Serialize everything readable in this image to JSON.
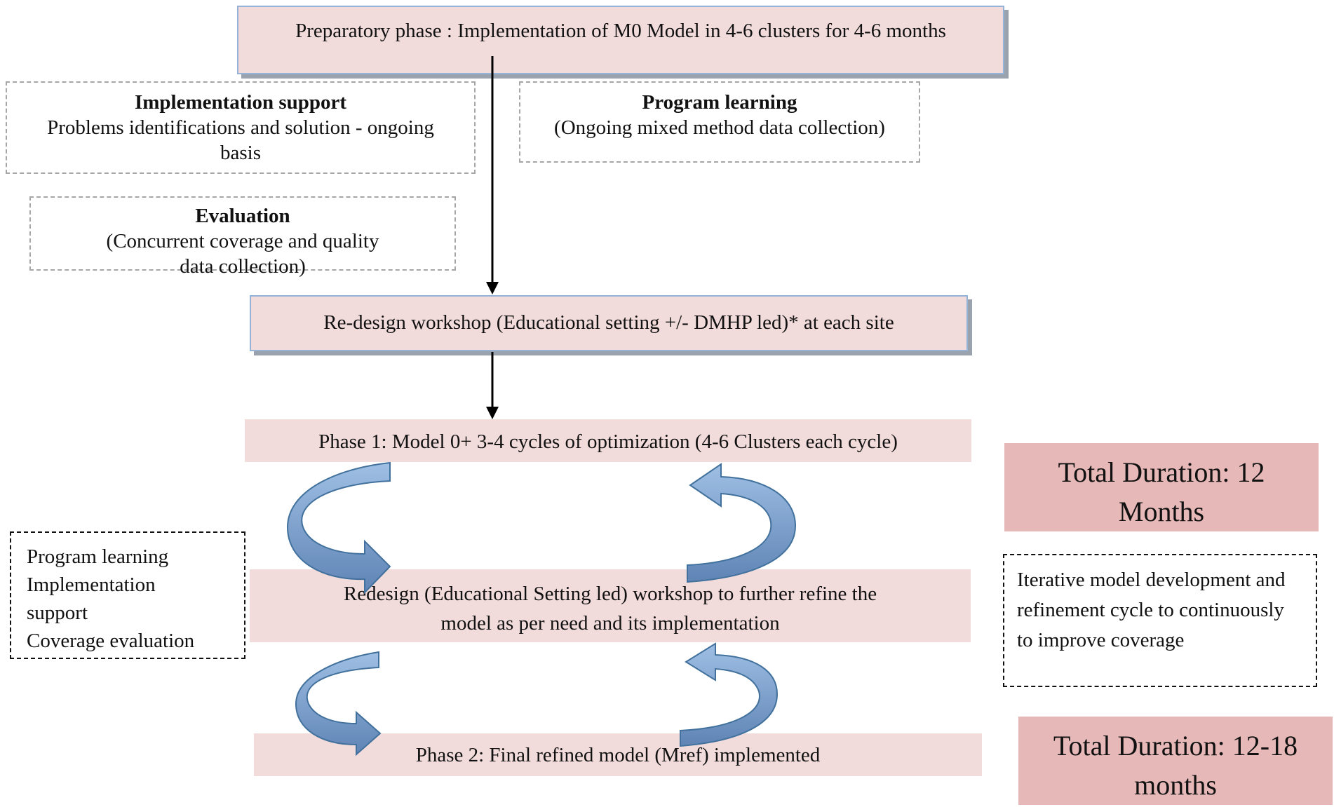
{
  "preparatory": "Preparatory phase : Implementation of M0 Model in 4-6 clusters for 4-6 months",
  "implementation_support": {
    "title": "Implementation support",
    "body": "Problems identifications and solution - ongoing basis"
  },
  "program_learning": {
    "title": "Program learning",
    "body": "(Ongoing mixed method data collection)"
  },
  "evaluation": {
    "title": "Evaluation",
    "body": "(Concurrent coverage and quality data collection)"
  },
  "redesign_workshop": "Re-design workshop (Educational setting +/- DMHP led)* at each site",
  "phase1": "Phase 1: Model 0+ 3-4 cycles of optimization  (4-6 Clusters each cycle)",
  "redesign_refine": "Redesign (Educational Setting led) workshop to further refine the model as per need and its implementation",
  "phase2": "Phase 2: Final refined model (Mref) implemented",
  "activities": [
    "Program learning",
    "Implementation support",
    "Coverage evaluation"
  ],
  "duration_12": "Total Duration: 12 Months",
  "duration_12_18": "Total Duration: 12-18 months",
  "iterative_note": "Iterative model development and refinement cycle to continuously to improve coverage",
  "colors": {
    "box_fill": "#f2dcdb",
    "box_border": "#95b3d7",
    "duration_fill": "#e6b8b7",
    "arrow_fill": "#6d8fb9"
  }
}
